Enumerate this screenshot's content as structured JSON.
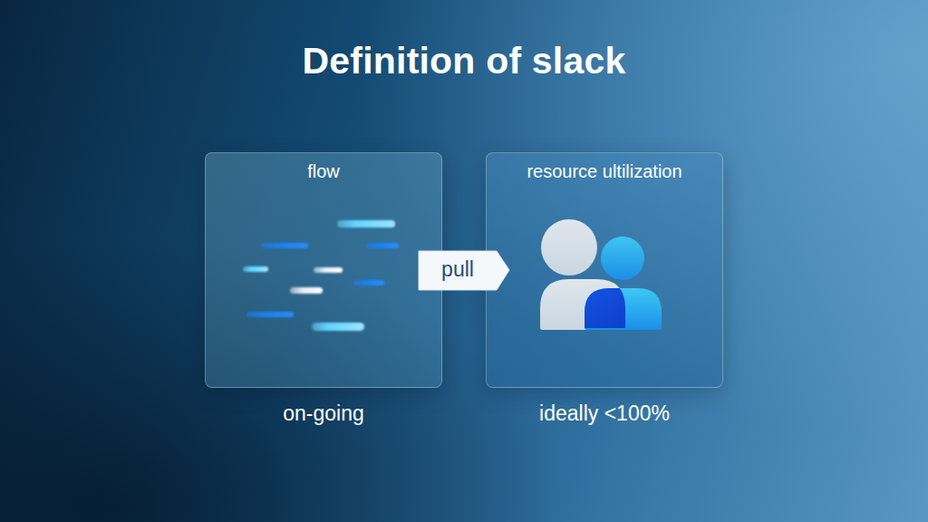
{
  "diagram": {
    "title": "Definition of slack",
    "nodes": [
      {
        "text": [
          "flow",
          "on-going"
        ]
      },
      {
        "text": [
          "resource ultilization",
          "ideally <100%"
        ]
      }
    ],
    "edges": [
      {
        "from": 0,
        "to": 1,
        "label": "pull",
        "arrow": "to"
      }
    ]
  }
}
